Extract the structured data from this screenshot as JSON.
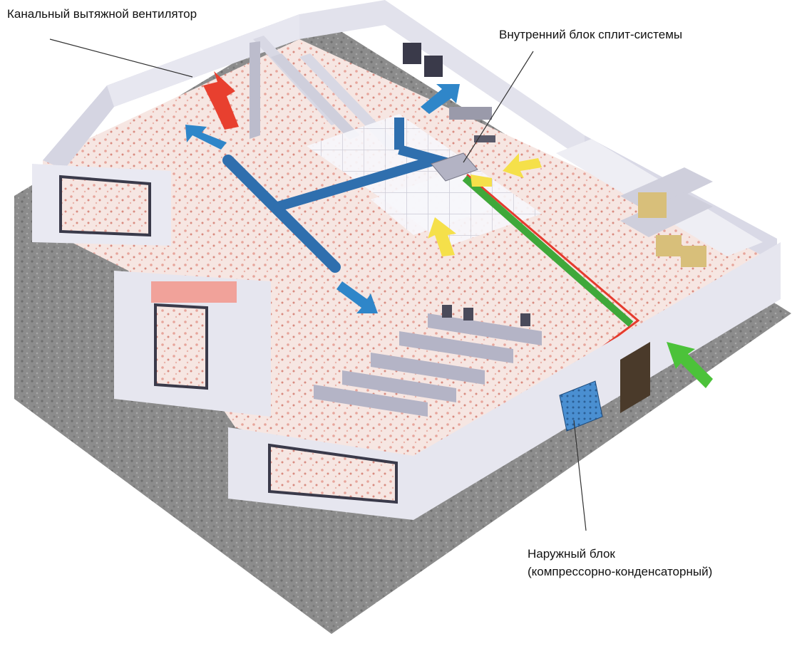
{
  "labels": {
    "exhaust_fan": "Канальный вытяжной вентилятор",
    "split_indoor_unit": "Внутренний блок сплит-системы",
    "outdoor_unit_line1": "Наружный блок",
    "outdoor_unit_line2": "(компрессорно-конденсаторный)"
  },
  "colors": {
    "ground": "#8a8a8a",
    "floor": "#f3dcd6",
    "wall": "#e4e4ee",
    "duct": "#3b7fc1",
    "exhaust_arrow": "#e8402f",
    "supply_arrow": "#2f86c9",
    "return_arrow": "#f5e04a",
    "fresh_air_arrow": "#4cc23a",
    "refrigerant_line_hot": "#e53b2e",
    "refrigerant_line_cold": "#3fa83a"
  }
}
